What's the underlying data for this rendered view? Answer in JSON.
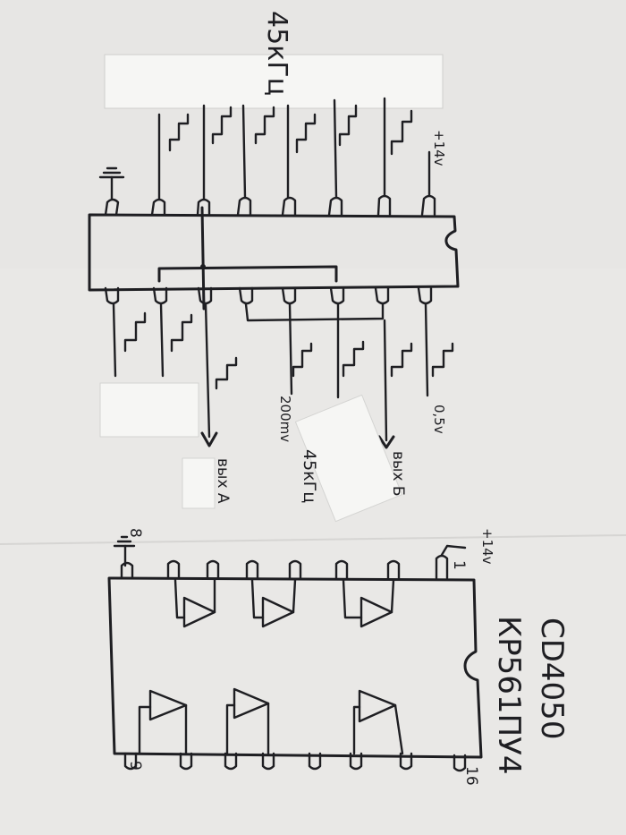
{
  "photo": {
    "paper_color": "#e9e8e6",
    "ink_color": "#1e1e22",
    "sticker_color": "#f6f6f4"
  },
  "top_circuit": {
    "frequency_note": "45кГц",
    "supply_label": "+14v",
    "amplitude_label": "0,5v",
    "input_level_label": "200mv",
    "input_frequency_label": "45кГц",
    "output_a_label": "вых А",
    "output_b_label": "вых Б"
  },
  "bottom_chip": {
    "part_name_1": "CD4050",
    "part_name_2": "КР561ПУ4",
    "supply_label": "+14v",
    "pin_1": "1",
    "pin_8": "8",
    "pin_9": "9",
    "pin_16": "16",
    "ground_icon": "ground-icon"
  }
}
